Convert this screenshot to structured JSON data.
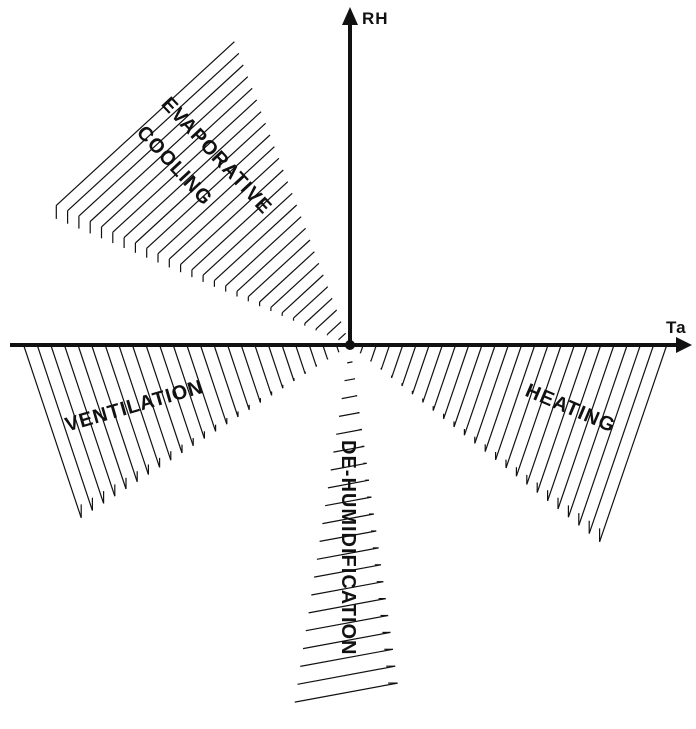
{
  "diagram": {
    "axes": {
      "vertical_label": "RH",
      "horizontal_label": "Ta"
    },
    "sectors": {
      "evaporative_cooling": {
        "line1": "EVAPORATIVE",
        "line2": "COOLING"
      },
      "ventilation": "VENTILATION",
      "heating": "HEATING",
      "dehumidification": "DE-HUMIDIFICATION"
    },
    "colors": {
      "ink": "#111111",
      "background": "#ffffff"
    }
  }
}
